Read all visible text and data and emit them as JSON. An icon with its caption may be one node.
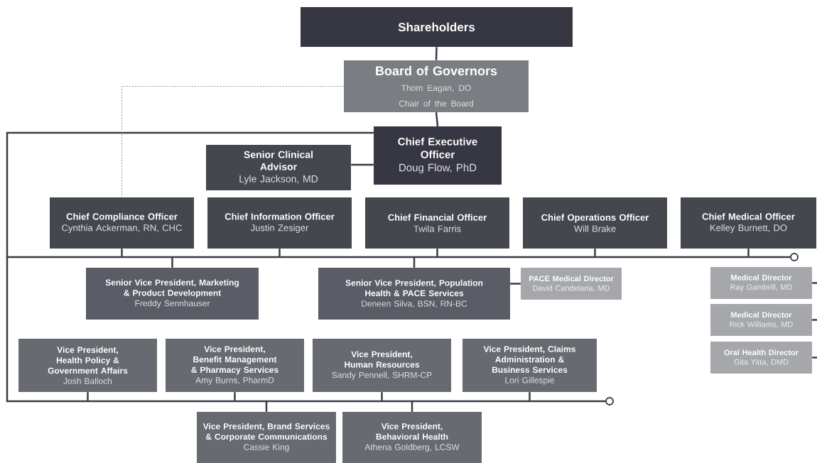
{
  "diagram": {
    "nodes": [
      {
        "text": [
          "Shareholders"
        ]
      },
      {
        "text": [
          "Board of Governors",
          "Thom Eagan, DO",
          "Chair of the Board"
        ]
      },
      {
        "text": [
          "Chief Executive Officer",
          "Doug Flow, PhD"
        ]
      },
      {
        "text": [
          "Senior Clinical Advisor",
          "Lyle Jackson, MD"
        ]
      },
      {
        "text": [
          "Chief Compliance Officer",
          "Cynthia Ackerman, RN, CHC"
        ]
      },
      {
        "text": [
          "Chief Information Officer",
          "Justin Zesiger"
        ]
      },
      {
        "text": [
          "Chief Financial Officer",
          "Twila Farris"
        ]
      },
      {
        "text": [
          "Chief Operations Officer",
          "Will Brake"
        ]
      },
      {
        "text": [
          "Chief Medical Officer",
          "Kelley Burnett, DO"
        ]
      },
      {
        "text": [
          "Senior Vice President, Marketing & Product Development",
          "Freddy Sennhauser"
        ]
      },
      {
        "text": [
          "Senior Vice President, Population Health & PACE Services",
          "Deneen Silva, BSN, RN-BC"
        ]
      },
      {
        "text": [
          "PACE Medical Director",
          "David Candelaria, MD"
        ]
      },
      {
        "text": [
          "Medical Director",
          "Ray Gambrill, MD"
        ]
      },
      {
        "text": [
          "Medical Director",
          "Rick Williams, MD"
        ]
      },
      {
        "text": [
          "Oral Health Director",
          "Gita Yitta, DMD"
        ]
      },
      {
        "text": [
          "Vice President, Health Policy & Government Affairs",
          "Josh Balloch"
        ]
      },
      {
        "text": [
          "Vice President, Benefit Management & Pharmacy Services",
          "Amy Burns, PharmD"
        ]
      },
      {
        "text": [
          "Vice President, Human Resources",
          "Sandy Pennell, SHRM-CP"
        ]
      },
      {
        "text": [
          "Vice President, Claims Administration & Business Services",
          "Lori Gillespie"
        ]
      },
      {
        "text": [
          "Vice President, Brand Services & Corporate Communications",
          "Cassie King"
        ]
      },
      {
        "text": [
          "Vice President, Behavioral Health",
          "Athena Goldberg, LCSW"
        ]
      }
    ],
    "edges": [
      {
        "from": 0,
        "to": 1,
        "arrow": "none"
      },
      {
        "from": 1,
        "to": 2,
        "arrow": "none"
      },
      {
        "from": 2,
        "to": 3,
        "arrow": "none"
      },
      {
        "from": 1,
        "to": 4,
        "arrow": "none",
        "style": "dashed",
        "color": "#999999"
      },
      {
        "from": 2,
        "to": 4,
        "arrow": "none"
      },
      {
        "from": 2,
        "to": 5,
        "arrow": "none"
      },
      {
        "from": 2,
        "to": 6,
        "arrow": "none"
      },
      {
        "from": 2,
        "to": 7,
        "arrow": "none"
      },
      {
        "from": 2,
        "to": 8,
        "arrow": "none"
      },
      {
        "from": 2,
        "to": 9,
        "arrow": "none"
      },
      {
        "from": 2,
        "to": 10,
        "arrow": "none"
      },
      {
        "from": 10,
        "to": 11,
        "arrow": "none"
      },
      {
        "from": null,
        "to": 12,
        "arrow": "none"
      },
      {
        "from": null,
        "to": 13,
        "arrow": "none"
      },
      {
        "from": null,
        "to": 14,
        "arrow": "none"
      },
      {
        "from": 2,
        "to": 15,
        "arrow": "none"
      },
      {
        "from": 2,
        "to": 16,
        "arrow": "none"
      },
      {
        "from": 2,
        "to": 17,
        "arrow": "none"
      },
      {
        "from": 2,
        "to": 18,
        "arrow": "none"
      },
      {
        "from": 2,
        "to": 19,
        "arrow": "none"
      },
      {
        "from": 2,
        "to": 20,
        "arrow": "none"
      }
    ]
  }
}
